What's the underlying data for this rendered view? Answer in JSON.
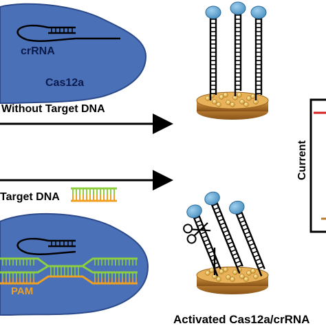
{
  "labels": {
    "crrna": "crRNA",
    "cas12a": "Cas12a",
    "without_target": "Without Target DNA",
    "target_dna": "Target DNA",
    "pam": "PAM",
    "current": "Current",
    "activated": "Activated Cas12a/crRNA"
  },
  "colors": {
    "protein": "#4a70b8",
    "protein_edge": "#2c4a8a",
    "target_strand": "#8dcf3f",
    "pam_strand": "#f0a020",
    "reporter_head": "#6aaed6",
    "electrode_gold": "#d9a54a",
    "electrode_base": "#b8782a",
    "signal_line": "#d42020"
  }
}
